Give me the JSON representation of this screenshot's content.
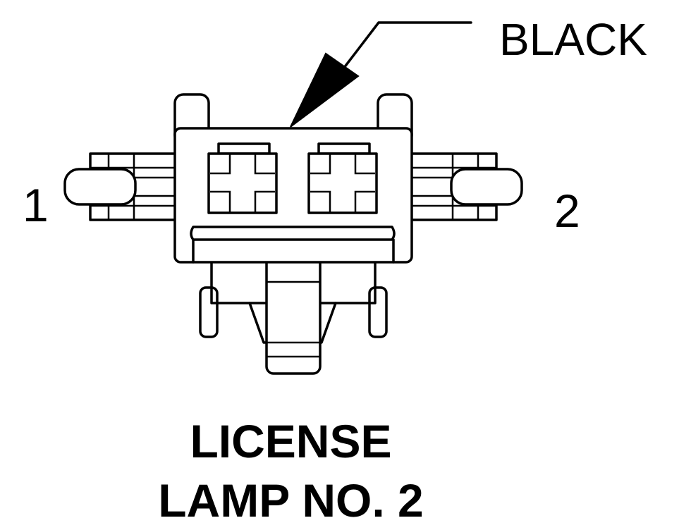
{
  "labels": {
    "color_callout": "BLACK",
    "pin_left": "1",
    "pin_right": "2"
  },
  "title": {
    "line1": "LICENSE",
    "line2": "LAMP NO. 2"
  }
}
